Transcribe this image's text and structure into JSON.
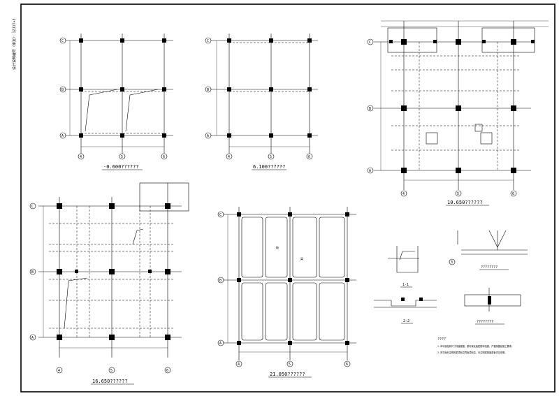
{
  "sheet": {
    "side_title": "设计说明编号（审定）：1ZJ1T+3",
    "notes_title": "????",
    "notes": [
      "1.本平面柱网尺寸详建施图，梁布置及板配筋详结施，严格按图纸施工要求。",
      "2.本平面未注明的梁顶标高同板顶标高，未注明梁宽度梁板详见说明。"
    ]
  },
  "plans": [
    {
      "id": "p1",
      "title": "-0.600??????",
      "grid_rows": [
        "C",
        "B",
        "A"
      ],
      "grid_cols": [
        "4",
        "5",
        "6"
      ]
    },
    {
      "id": "p2",
      "title": "6.100??????",
      "grid_rows": [
        "C",
        "B",
        "A"
      ],
      "grid_cols": [
        "4",
        "5",
        "6"
      ]
    },
    {
      "id": "p3",
      "title": "10.650??????",
      "grid_rows": [
        "C",
        "B",
        "A"
      ],
      "grid_cols": [
        "4",
        "5",
        "6"
      ]
    },
    {
      "id": "p4",
      "title": "16.650??????",
      "grid_rows": [
        "C",
        "B",
        "A"
      ],
      "grid_cols": [
        "4",
        "5",
        "6"
      ]
    },
    {
      "id": "p5",
      "title": "21.050??????",
      "grid_rows": [
        "C",
        "B",
        "A"
      ],
      "grid_cols": [
        "4",
        "5",
        "6"
      ]
    }
  ],
  "details": [
    {
      "id": "d11",
      "title": "1-1"
    },
    {
      "id": "d22",
      "title": "2-2"
    },
    {
      "id": "d1",
      "title": "????????"
    },
    {
      "id": "d2",
      "title": "????????"
    }
  ],
  "labels": {
    "p5_beam": "梁",
    "p5_slab": "板",
    "d1_mark": "3"
  }
}
